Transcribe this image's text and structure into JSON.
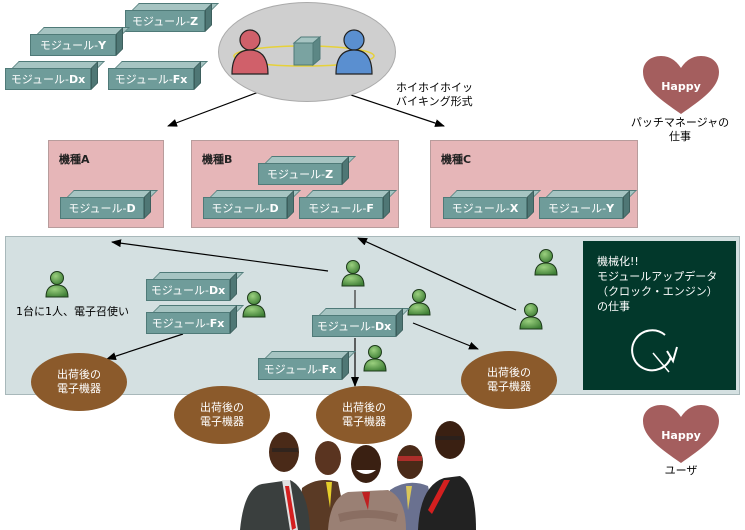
{
  "top_modules": [
    {
      "prefix": "モジュール-",
      "suffix": "Z"
    },
    {
      "prefix": "モジュール-",
      "suffix": "Y"
    },
    {
      "prefix": "モジュール-",
      "suffix": "Dx"
    },
    {
      "prefix": "モジュール-",
      "suffix": "Fx"
    }
  ],
  "hub": {
    "label_line1": "ホイホイホイッ",
    "label_line2": "バイキング形式"
  },
  "manager_heart": {
    "label": "Happy",
    "caption_line1": "パッチマネージャの",
    "caption_line2": "仕事"
  },
  "machines": [
    {
      "title": "機種A",
      "modules": [
        {
          "prefix": "モジュール-",
          "suffix": "D"
        }
      ]
    },
    {
      "title": "機種B",
      "modules": [
        {
          "prefix": "モジュール-",
          "suffix": "Z"
        },
        {
          "prefix": "モジュール-",
          "suffix": "D"
        },
        {
          "prefix": "モジュール-",
          "suffix": "F"
        }
      ]
    },
    {
      "title": "機種C",
      "modules": [
        {
          "prefix": "モジュール-",
          "suffix": "X"
        },
        {
          "prefix": "モジュール-",
          "suffix": "Y"
        }
      ]
    }
  ],
  "field": {
    "one_per_unit_label": "1台に1人、電子召使い",
    "modules": [
      {
        "prefix": "モジュール-",
        "suffix": "Dx"
      },
      {
        "prefix": "モジュール-",
        "suffix": "Fx"
      },
      {
        "prefix": "モジュール-",
        "suffix": "Dx"
      },
      {
        "prefix": "モジュール-",
        "suffix": "Fx"
      }
    ],
    "devices": [
      {
        "line1": "出荷後の",
        "line2": "電子機器"
      },
      {
        "line1": "出荷後の",
        "line2": "電子機器"
      },
      {
        "line1": "出荷後の",
        "line2": "電子機器"
      },
      {
        "line1": "出荷後の",
        "line2": "電子機器"
      }
    ]
  },
  "automation_box": {
    "line1": "機械化!!",
    "line2": "モジュールアップデータ",
    "line3": "（クロック・エンジン）",
    "line4": "の仕事",
    "icon": "clock-engine-icon"
  },
  "user_heart": {
    "label": "Happy",
    "caption": "ユーザ"
  },
  "colors": {
    "module_front": "#6f9c9a",
    "machine_panel": "#e6b6b8",
    "field_panel": "#d4e0e1",
    "device_oval": "#8b5a2b",
    "heart": "#a45e5e",
    "automation_box": "#02382b",
    "person_green": "#5f9e4f"
  }
}
